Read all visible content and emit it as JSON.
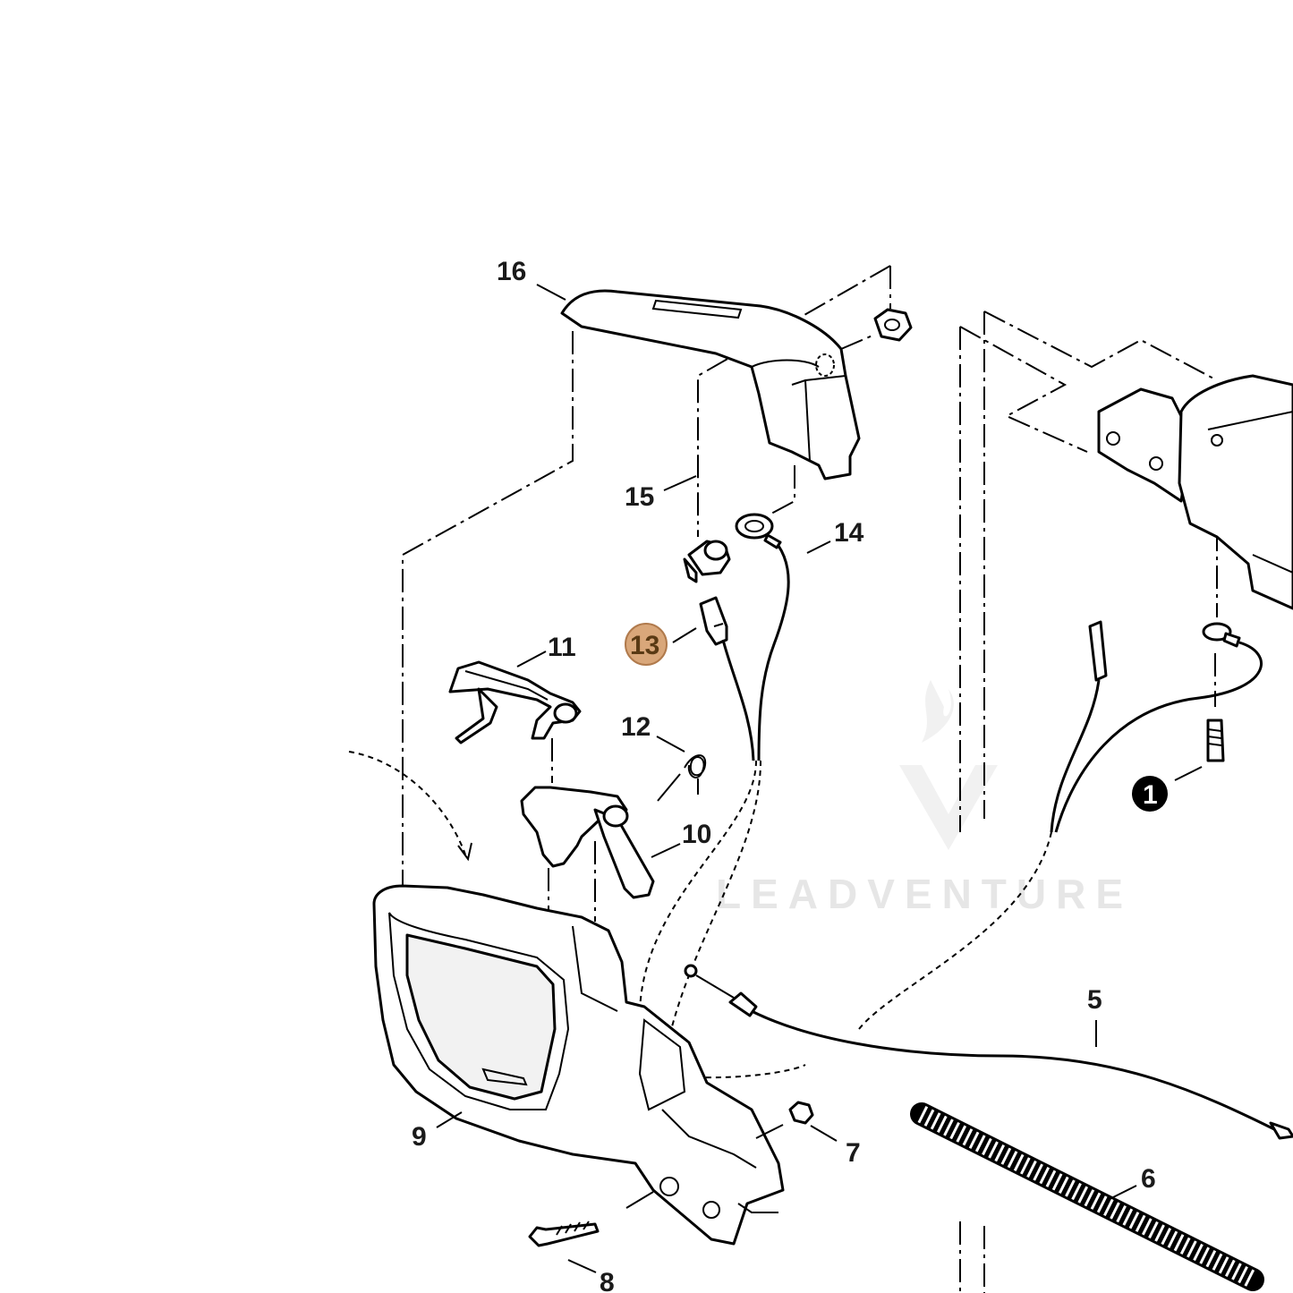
{
  "diagram": {
    "watermark": "LEADVENTURE",
    "highlight_color": "#d9a77a",
    "highlight_stroke": "#b07a4c",
    "callouts": [
      {
        "id": "16",
        "label": "16"
      },
      {
        "id": "15",
        "label": "15"
      },
      {
        "id": "14",
        "label": "14"
      },
      {
        "id": "13",
        "label": "13",
        "highlighted": true
      },
      {
        "id": "11",
        "label": "11"
      },
      {
        "id": "12",
        "label": "12"
      },
      {
        "id": "10",
        "label": "10"
      },
      {
        "id": "9",
        "label": "9"
      },
      {
        "id": "8",
        "label": "8"
      },
      {
        "id": "7",
        "label": "7"
      },
      {
        "id": "6",
        "label": "6"
      },
      {
        "id": "5",
        "label": "5"
      },
      {
        "id": "1",
        "label": "1",
        "badge": true
      }
    ]
  }
}
